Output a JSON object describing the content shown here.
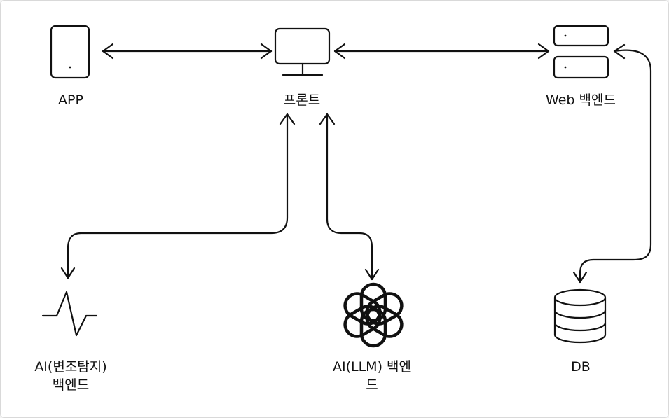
{
  "nodes": {
    "app": {
      "label": "APP",
      "icon": "phone-icon"
    },
    "front": {
      "label": "프론트",
      "icon": "monitor-icon"
    },
    "web": {
      "label": "Web 백엔드",
      "icon": "server-icon"
    },
    "ai_anomaly": {
      "label_line1": "AI(변조탐지)",
      "label_line2": "백엔드",
      "icon": "waveform-icon"
    },
    "ai_llm": {
      "label_line1": "AI(LLM) 백엔",
      "label_line2": "드",
      "icon": "openai-logo-icon"
    },
    "db": {
      "label": "DB",
      "icon": "database-icon"
    }
  },
  "edges": [
    {
      "from": "app",
      "to": "front",
      "style": "bidirectional"
    },
    {
      "from": "front",
      "to": "web",
      "style": "bidirectional"
    },
    {
      "from": "web",
      "to": "db",
      "style": "bidirectional"
    },
    {
      "from": "front",
      "to": "ai_anomaly",
      "style": "bidirectional"
    },
    {
      "from": "front",
      "to": "ai_llm",
      "style": "bidirectional"
    }
  ],
  "colors": {
    "stroke": "#111111",
    "background": "#ffffff"
  }
}
